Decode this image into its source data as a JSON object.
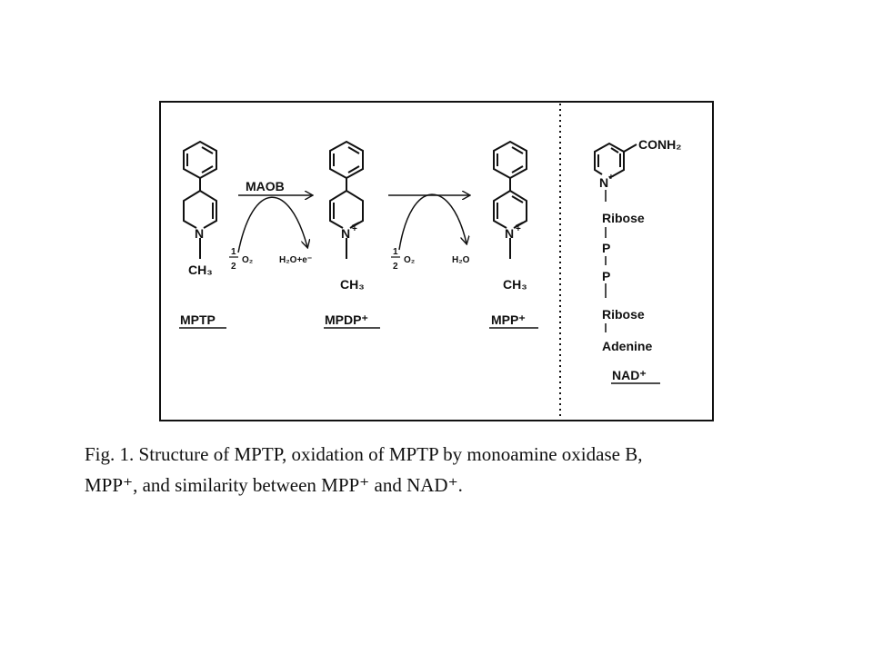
{
  "figure": {
    "compounds": {
      "mptp": {
        "name": "MPTP",
        "n": "N",
        "methyl": "CH₃"
      },
      "mpdp": {
        "name": "MPDP⁺",
        "n": "N",
        "plus": "+",
        "methyl": "CH₃"
      },
      "mpp": {
        "name": "MPP⁺",
        "n": "N",
        "plus": "+",
        "methyl": "CH₃"
      },
      "nad": {
        "name": "NAD⁺",
        "n": "N",
        "plus": "+",
        "substituent": "CONH₂",
        "chain": [
          "Ribose",
          "P",
          "P",
          "Ribose",
          "Adenine"
        ]
      }
    },
    "reactions": {
      "step1": {
        "enzyme": "MAOB",
        "coef_num": "1",
        "coef_den": "2",
        "reactant": "O₂",
        "product": "H₂O+e⁻"
      },
      "step2": {
        "coef_num": "1",
        "coef_den": "2",
        "reactant": "O₂",
        "product": "H₂O"
      }
    },
    "caption": {
      "line1": "Fig. 1. Structure of MPTP, oxidation of MPTP by monoamine oxidase B,",
      "line2": "MPP⁺, and similarity between MPP⁺  and NAD⁺."
    }
  }
}
